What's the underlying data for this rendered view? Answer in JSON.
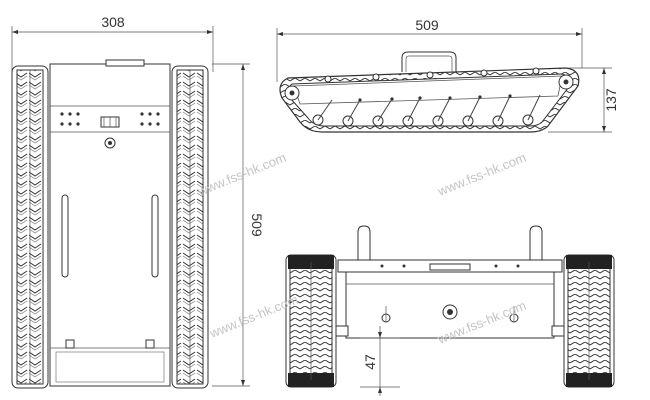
{
  "dimensions": {
    "top_width": "308",
    "top_length": "509",
    "side_length": "509",
    "side_height": "137",
    "front_clearance": "47"
  },
  "watermark": "www.fss-hk.com",
  "colors": {
    "line": "#333333",
    "watermark": "#c4c4c4",
    "background": "#ffffff"
  }
}
